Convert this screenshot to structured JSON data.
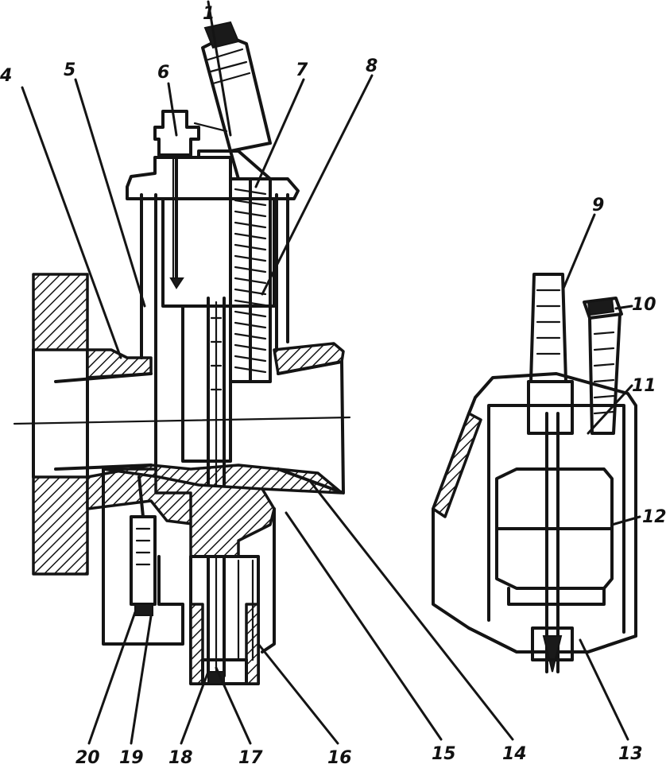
{
  "labels": {
    "l1": "1",
    "l2": "7",
    "l3": "8",
    "l4": "4",
    "l5": "5",
    "l6": "6",
    "l9": "9",
    "l10": "10",
    "l11": "11",
    "l12": "12",
    "l13": "13",
    "l14": "14",
    "l15": "15",
    "l16": "16",
    "l17": "17",
    "l18": "18",
    "l19": "19",
    "l20": "20"
  },
  "colors": {
    "ink": "#141414",
    "paper": "#ffffff"
  }
}
